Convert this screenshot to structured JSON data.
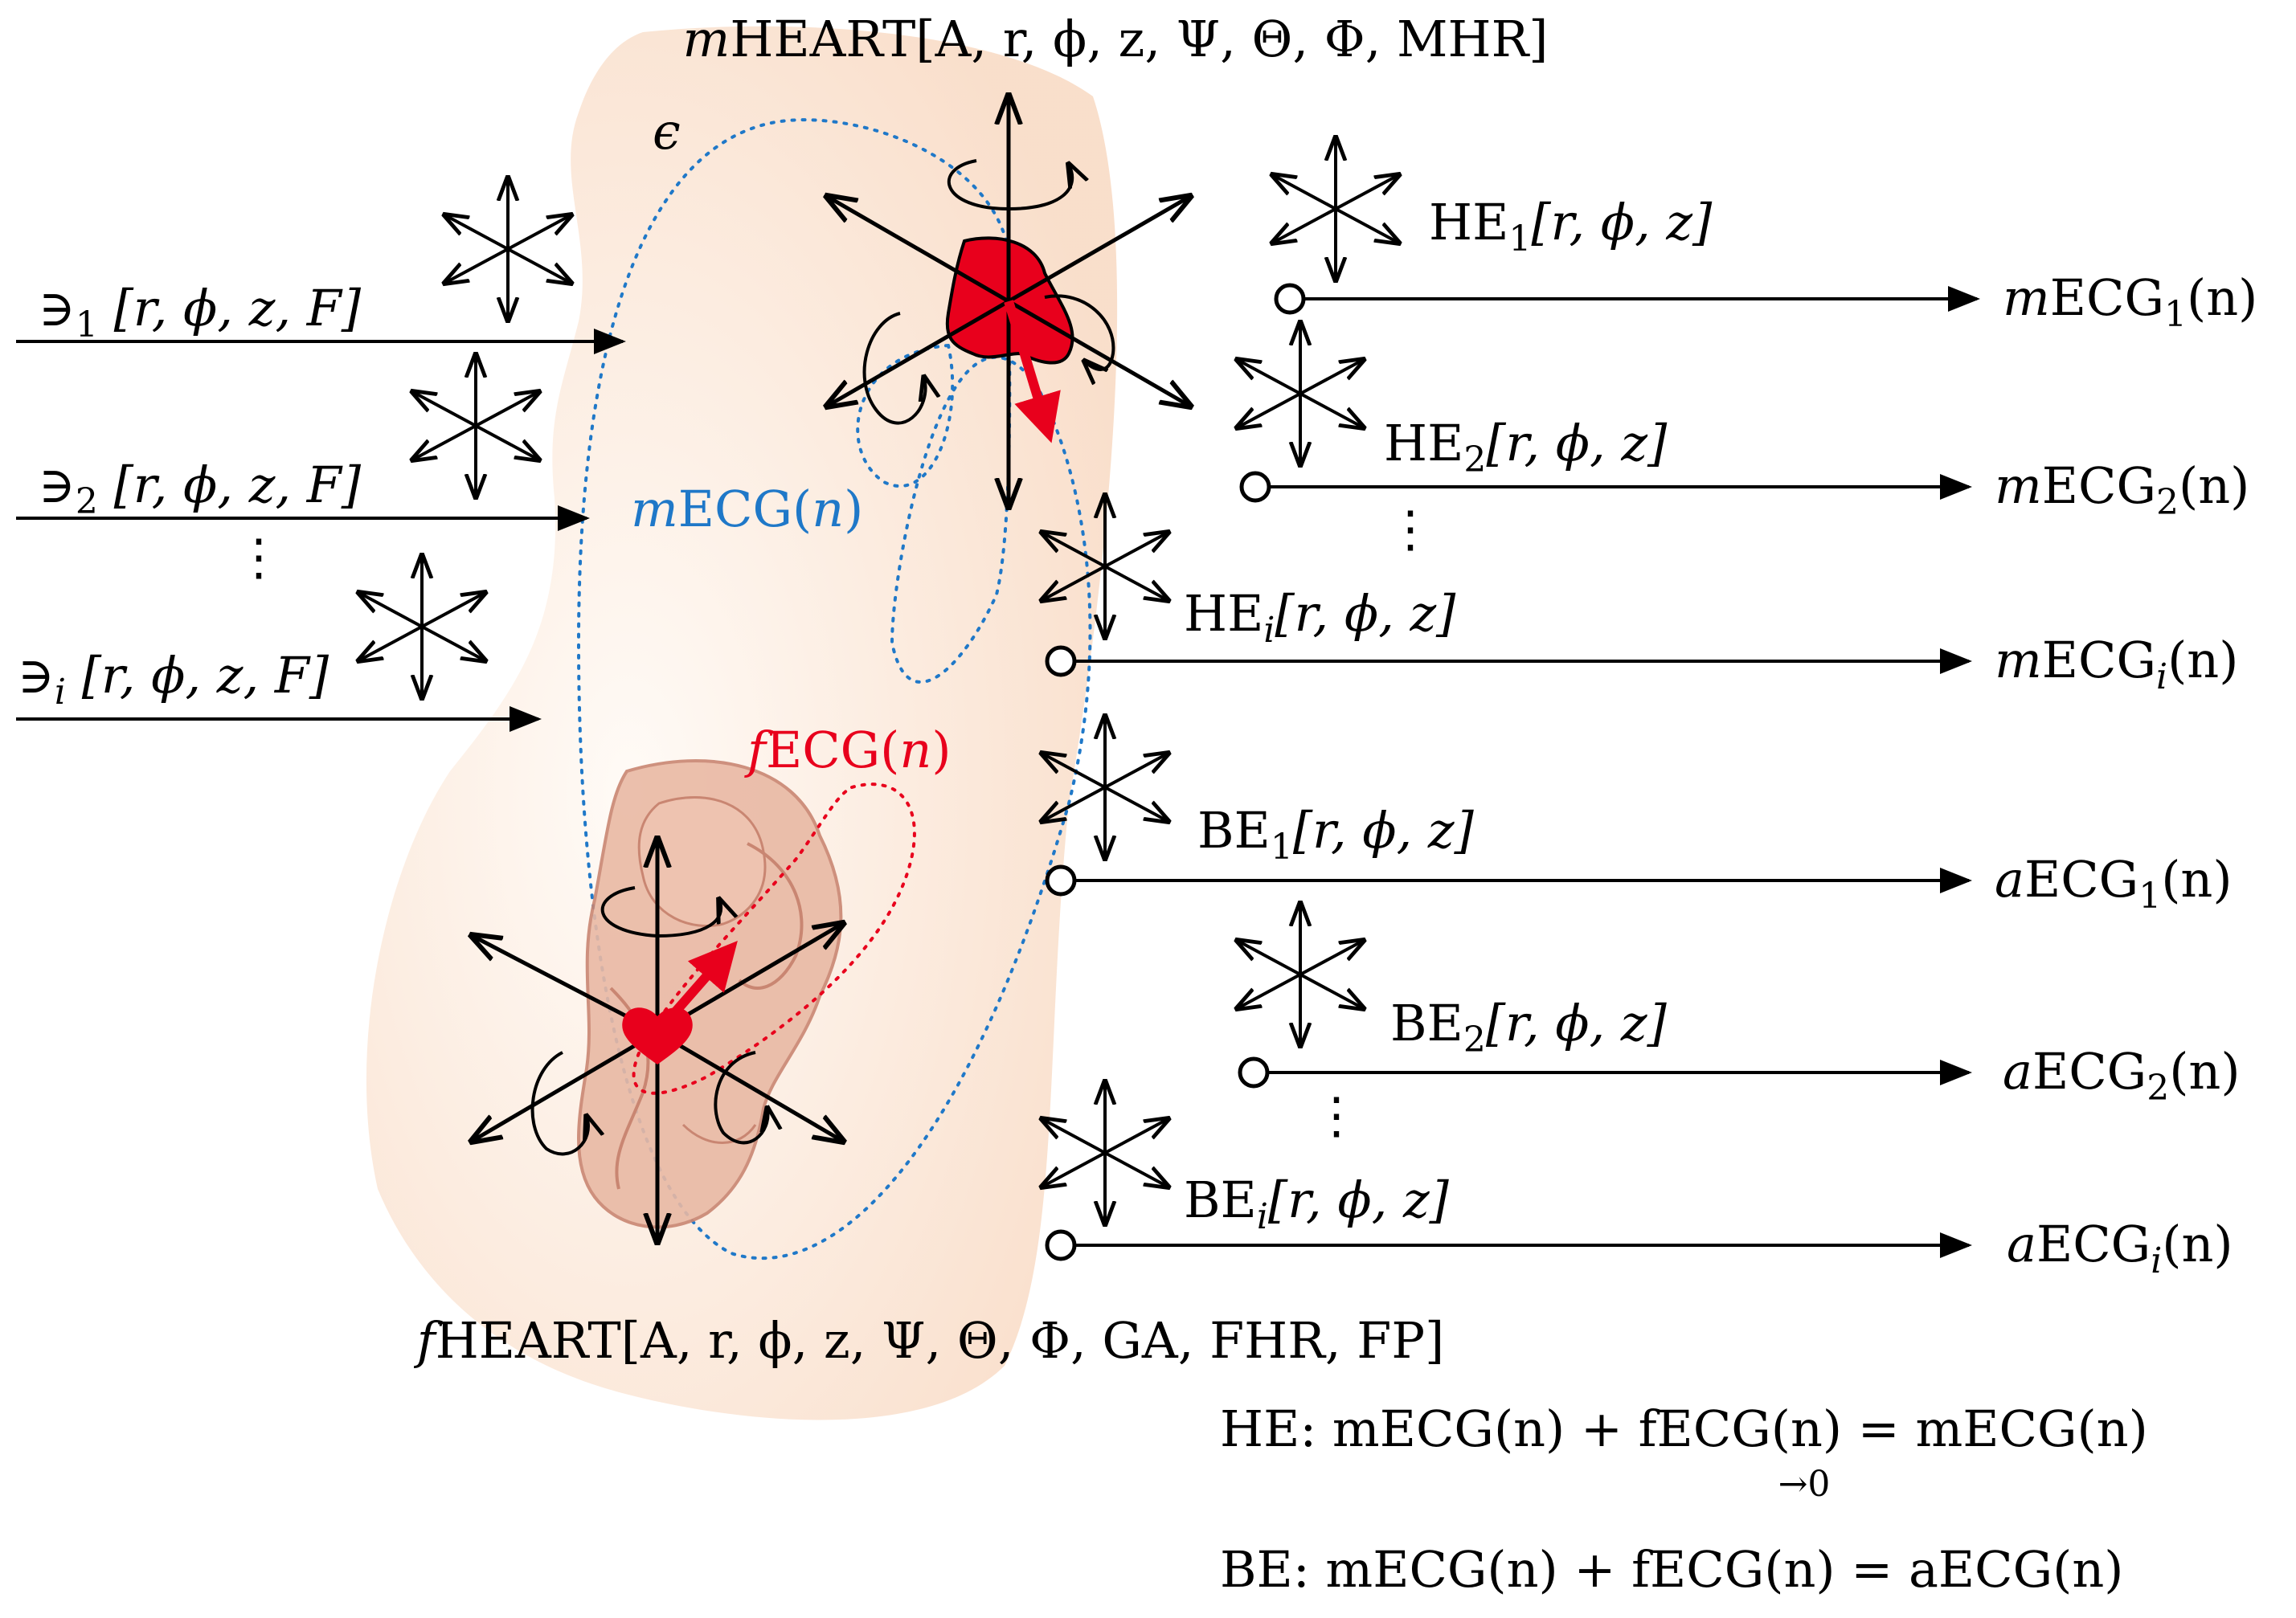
{
  "title": {
    "m": "m",
    "heart": "HEART",
    "params": "[A, r, ϕ, z, Ψ, Θ, Φ, MHR]"
  },
  "epsilon": "ϵ",
  "noise_sources": [
    {
      "sym": "∋",
      "sub": "1",
      "params": " [r, ϕ, z, F]"
    },
    {
      "sym": "∋",
      "sub": "2",
      "params": " [r, ϕ, z, F]"
    },
    {
      "sym": "∋",
      "sub": "i",
      "params": " [r, ϕ, z, F]"
    }
  ],
  "vdots": "⋮",
  "mecg_label": {
    "m": "m",
    "rest": "ECG(",
    "n": "n",
    "close": ")"
  },
  "fecg_label": {
    "f": "f",
    "rest": "ECG(",
    "n": "n",
    "close": ")"
  },
  "fheart": {
    "f": "f",
    "heart": "HEART",
    "params": "[A, r, ϕ, z, Ψ, Θ, Φ, GA, FHR, FP]"
  },
  "electrodes": [
    {
      "name": "HE",
      "sub": "1",
      "params": "[r, ϕ, z]",
      "out_pre": "m",
      "out": "ECG",
      "out_sub": "1",
      "out_post": "(n)"
    },
    {
      "name": "HE",
      "sub": "2",
      "params": "[r, ϕ, z]",
      "out_pre": "m",
      "out": "ECG",
      "out_sub": "2",
      "out_post": "(n)"
    },
    {
      "name": "HE",
      "sub": "i",
      "params": "[r, ϕ, z]",
      "out_pre": "m",
      "out": "ECG",
      "out_sub": "i",
      "out_post": "(n)"
    },
    {
      "name": "BE",
      "sub": "1",
      "params": "[r, ϕ, z]",
      "out_pre": "a",
      "out": "ECG",
      "out_sub": "1",
      "out_post": "(n)"
    },
    {
      "name": "BE",
      "sub": "2",
      "params": "[r, ϕ, z]",
      "out_pre": "a",
      "out": "ECG",
      "out_sub": "2",
      "out_post": "(n)"
    },
    {
      "name": "BE",
      "sub": "i",
      "params": "[r, ϕ, z]",
      "out_pre": "a",
      "out": "ECG",
      "out_sub": "i",
      "out_post": "(n)"
    }
  ],
  "equations": {
    "he": "HE: mECG(n) + fECG(n) = mECG(n)",
    "he_under": "→0",
    "be": "BE: mECG(n) + fECG(n) = aECG(n)"
  },
  "colors": {
    "body": "#fbe3d2",
    "body_light": "#fdf3ea",
    "fetus": "#e9b9a4",
    "fetus_line": "#c98672",
    "heart_red": "#e8001c",
    "mecg_blue": "#1f78c8",
    "fecg_red": "#e8001c"
  }
}
